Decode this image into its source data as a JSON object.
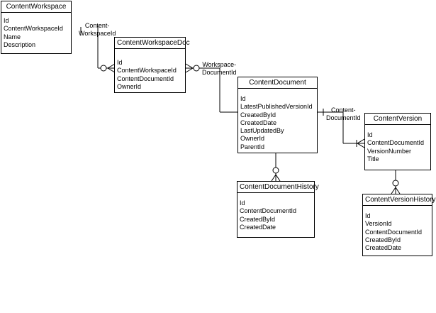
{
  "entities": {
    "content_workspace": {
      "title": "ContentWorkspace",
      "fields": [
        "Id",
        "ContentWorkspaceId",
        "Name",
        "Description"
      ]
    },
    "content_workspace_doc": {
      "title": "ContentWorkspaceDoc",
      "fields": [
        "Id",
        "ContentWorkspaceId",
        "ContentDocumentId",
        "OwnerId"
      ]
    },
    "content_document": {
      "title": "ContentDocument",
      "fields": [
        "Id",
        "LatestPublishedVersionId",
        "CreatedById",
        "CreatedDate",
        "LastUpdatedBy",
        "OwnerId",
        "ParentId"
      ]
    },
    "content_version": {
      "title": "ContentVersion",
      "fields": [
        "Id",
        "ContentDocumentId",
        "VersionNumber",
        "Title"
      ]
    },
    "content_document_history": {
      "title": "ContentDocumentHistory",
      "fields": [
        "Id",
        "ContentDocumentId",
        "CreatedById",
        "CreatedDate"
      ]
    },
    "content_version_history": {
      "title": "ContentVersionHistory",
      "fields": [
        "Id",
        "VersionId",
        "ContentDocumentId",
        "CreatedById",
        "CreatedDate"
      ]
    }
  },
  "relationships": {
    "workspace_to_doc": {
      "line1": "Content-",
      "line2": "WorkspaceId"
    },
    "doc_to_document": {
      "line1": "Workspace-",
      "line2": "DocumentId"
    },
    "document_to_version": {
      "line1": "Content-",
      "line2": "DocumentId"
    }
  }
}
